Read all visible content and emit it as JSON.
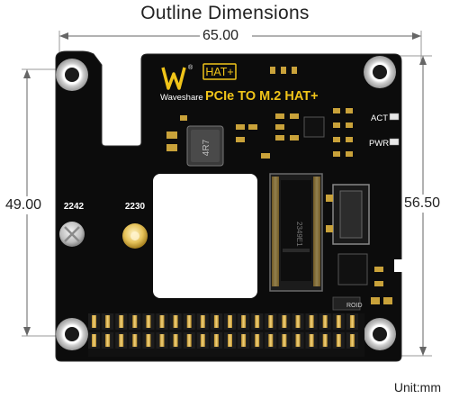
{
  "title": "Outline Dimensions",
  "dimensions": {
    "width": "65.00",
    "height_left": "49.00",
    "height_right": "56.50"
  },
  "unit": "Unit:mm",
  "board": {
    "brand": "Waveshare",
    "badge": "HAT+",
    "product": "PCIe TO M.2 HAT+",
    "act_label": "ACT",
    "pwr_label": "PWR",
    "inductor": "4R7",
    "label_2242": "2242",
    "label_2230": "2230",
    "slot_text": "2349E1",
    "chip_text": "ROID"
  },
  "colors": {
    "board": "#0c0c0c",
    "silk": "#ffffff",
    "gold": "#d9b23a",
    "dim_line": "#555555"
  }
}
